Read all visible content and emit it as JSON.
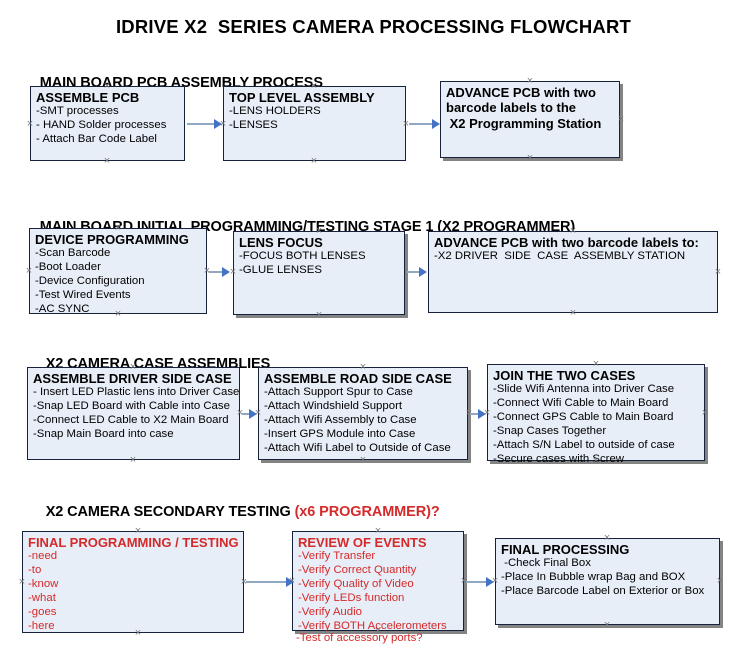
{
  "document": {
    "title": "IDRIVE X2  SERIES CAMERA PROCESSING FLOWCHART"
  },
  "sections": [
    {
      "id": "main-board-pcb-assembly",
      "heading": "MAIN BOARD PCB ASSEMBLY PROCESS",
      "heading_suffix": "",
      "nodes": [
        {
          "id": "assemble-pcb",
          "title": "ASSEMBLE PCB",
          "items": [
            "-SMT processes",
            "- HAND Solder processes",
            "- Attach Bar Code Label"
          ],
          "color": "black"
        },
        {
          "id": "top-level-assembly",
          "title": "TOP LEVEL ASSEMBLY",
          "items": [
            "-LENS HOLDERS",
            "-LENSES"
          ],
          "color": "black"
        },
        {
          "id": "advance-pcb-programming-station",
          "title": "ADVANCE PCB with two\nbarcode labels to the\n X2 Programming Station",
          "items": [],
          "color": "black"
        }
      ]
    },
    {
      "id": "main-board-initial-programming",
      "heading": "MAIN BOARD INITIAL PROGRAMMING/TESTING STAGE 1 (X2 PROGRAMMER)",
      "heading_suffix": "",
      "nodes": [
        {
          "id": "device-programming",
          "title": "DEVICE PROGRAMMING",
          "items": [
            "-Scan Barcode",
            "-Boot Loader",
            "-Device Configuration",
            "-Test Wired Events",
            "-AC SYNC"
          ],
          "color": "black"
        },
        {
          "id": "lens-focus",
          "title": "LENS FOCUS",
          "items": [
            "-FOCUS BOTH LENSES",
            "-GLUE LENSES"
          ],
          "color": "black"
        },
        {
          "id": "advance-pcb-driver-side-case",
          "title": "ADVANCE PCB with two barcode labels to:",
          "items": [
            "-X2 DRIVER  SIDE  CASE  ASSEMBLY STATION"
          ],
          "color": "black"
        }
      ]
    },
    {
      "id": "x2-camera-case-assemblies",
      "heading": "X2 CAMERA CASE ASSEMBLIES",
      "heading_suffix": "",
      "nodes": [
        {
          "id": "assemble-driver-side-case",
          "title": "ASSEMBLE DRIVER SIDE CASE",
          "items": [
            "- Insert LED Plastic lens into Driver Case",
            "-Snap LED Board with Cable into Case",
            "-Connect LED Cable to X2 Main Board",
            "-Snap Main Board into case"
          ],
          "color": "black"
        },
        {
          "id": "assemble-road-side-case",
          "title": "ASSEMBLE ROAD SIDE CASE",
          "items": [
            "-Attach Support Spur to Case",
            "-Attach Windshield Support",
            "-Attach Wifi Assembly to Case",
            "-Insert GPS Module into Case",
            "-Attach Wifi Label to Outside of Case"
          ],
          "color": "black"
        },
        {
          "id": "join-the-two-cases",
          "title": "JOIN THE TWO CASES",
          "items": [
            "-Slide Wifi Antenna into Driver Case",
            "-Connect Wifi Cable to Main Board",
            "-Connect GPS Cable to Main Board",
            "-Snap Cases Together",
            "-Attach S/N Label to outside of case",
            "-Secure cases with Screw"
          ],
          "color": "black"
        }
      ]
    },
    {
      "id": "x2-camera-secondary-testing",
      "heading": "X2 CAMERA SECONDARY TESTING ",
      "heading_suffix": "(x6 PROGRAMMER)?",
      "nodes": [
        {
          "id": "final-programming-testing",
          "title": "FINAL PROGRAMMING / TESTING",
          "items": [
            "-need",
            "-to",
            "-know",
            "-what",
            "-goes",
            "-here"
          ],
          "color": "red"
        },
        {
          "id": "review-of-events",
          "title": "REVIEW OF EVENTS",
          "items": [
            "-Verify Transfer",
            "-Verify Correct Quantity",
            "-Verify Quality of Video",
            "-Verify LEDs function",
            "-Verify Audio",
            "-Verify BOTH Accelerometers"
          ],
          "overflow_item": "-Test of accessory ports?",
          "color": "red"
        },
        {
          "id": "final-processing",
          "title": "FINAL PROCESSING",
          "items": [
            " -Check Final Box",
            "-Place In Bubble wrap Bag and BOX",
            "-Place Barcode Label on Exterior or Box"
          ],
          "color": "black"
        }
      ]
    }
  ],
  "colors": {
    "box_fill": "#e8eef8",
    "box_border": "#16213a",
    "connector": "#8fa8c4",
    "arrowhead": "#4472c4",
    "accent_red": "#d42a2a",
    "handle": "#7a7a7a"
  }
}
